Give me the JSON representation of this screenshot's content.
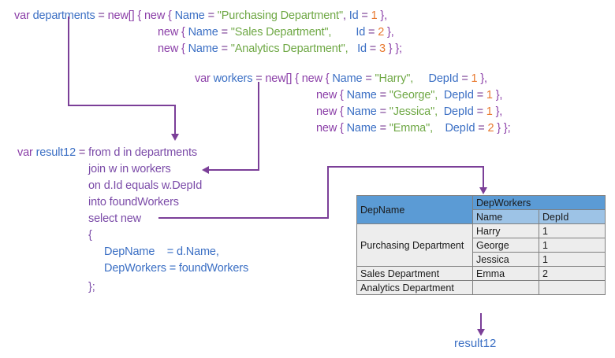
{
  "colors": {
    "keyword_purple": "#8B3FA8",
    "identifier_blue": "#3B6FC4",
    "string_green": "#6FA845",
    "number_orange": "#E8782D",
    "query_violet": "#7B4BA8",
    "arrow_purple": "#7B3F98",
    "table_header_blue": "#5B9BD5",
    "table_subheader_blue": "#9DC3E6",
    "table_cell_gray": "#EDEDED"
  },
  "departments_decl": {
    "line1": {
      "kw_var": "var",
      "name": "departments",
      "eq": " = ",
      "kw_new_arr": "new[] { ",
      "kw_new": "new",
      "brace_open": " { ",
      "prop_name": "Name",
      "assign": " = ",
      "value": "\"Purchasing Department\"",
      "comma": ", ",
      "prop_id": "Id",
      "id_assign": " = ",
      "id_value": "1",
      "tail": " },"
    },
    "line2": {
      "kw_new": "new",
      "brace_open": " { ",
      "prop_name": "Name",
      "assign": " = ",
      "value": "\"Sales Department\",",
      "pad": "        ",
      "prop_id": "Id",
      "id_assign": " = ",
      "id_value": "2",
      "tail": " },"
    },
    "line3": {
      "kw_new": "new",
      "brace_open": " { ",
      "prop_name": "Name",
      "assign": " = ",
      "value": "\"Analytics Department\",",
      "pad": "   ",
      "prop_id": "Id",
      "id_assign": " = ",
      "id_value": "3",
      "tail": " } };"
    }
  },
  "workers_decl": {
    "line1": {
      "kw_var": "var",
      "name": "workers",
      "eq": " = ",
      "kw_new_arr": "new[] { ",
      "kw_new": "new",
      "brace_open": " { ",
      "prop_name": "Name",
      "assign": " = ",
      "value": "\"Harry\",",
      "pad": "     ",
      "prop_id": "DepId",
      "id_assign": " = ",
      "id_value": "1",
      "tail": " },"
    },
    "line2": {
      "kw_new": "new",
      "brace_open": " { ",
      "prop_name": "Name",
      "assign": " = ",
      "value": "\"George\",",
      "pad": "  ",
      "prop_id": "DepId",
      "id_assign": " = ",
      "id_value": "1",
      "tail": " },"
    },
    "line3": {
      "kw_new": "new",
      "brace_open": " { ",
      "prop_name": "Name",
      "assign": " = ",
      "value": "\"Jessica\",",
      "pad": "  ",
      "prop_id": "DepId",
      "id_assign": " = ",
      "id_value": "1",
      "tail": " },"
    },
    "line4": {
      "kw_new": "new",
      "brace_open": " { ",
      "prop_name": "Name",
      "assign": " = ",
      "value": "\"Emma\",",
      "pad": "    ",
      "prop_id": "DepId",
      "id_assign": " = ",
      "id_value": "2",
      "tail": " } };"
    }
  },
  "query": {
    "kw_var": "var",
    "result_name": "result12",
    "eq": " = ",
    "from_clause": "from d in departments",
    "join_clause": "join w in workers",
    "on_clause": "on d.Id equals w.DepId",
    "into_clause": "into foundWorkers",
    "select_clause": "select new",
    "brace_open": "{",
    "field1_name": "DepName",
    "field1_pad": "    ",
    "field1_eq": "= ",
    "field1_value": "d.Name,",
    "field2_name": "DepWorkers",
    "field2_eq": " = ",
    "field2_value": "foundWorkers",
    "brace_close": "};"
  },
  "result_table": {
    "header_main": [
      "DepName",
      "DepWorkers"
    ],
    "header_sub": [
      "Name",
      "DepId"
    ],
    "rows": [
      {
        "department": "Purchasing Department",
        "rowspan": 3,
        "workers": [
          {
            "name": "Harry",
            "depid": "1"
          },
          {
            "name": "George",
            "depid": "1"
          },
          {
            "name": "Jessica",
            "depid": "1"
          }
        ]
      },
      {
        "department": "Sales Department",
        "rowspan": 1,
        "workers": [
          {
            "name": "Emma",
            "depid": "2"
          }
        ]
      },
      {
        "department": "Analytics Department",
        "rowspan": 1,
        "workers": [
          {
            "name": "",
            "depid": ""
          }
        ]
      }
    ]
  },
  "result_output_label": "result12"
}
